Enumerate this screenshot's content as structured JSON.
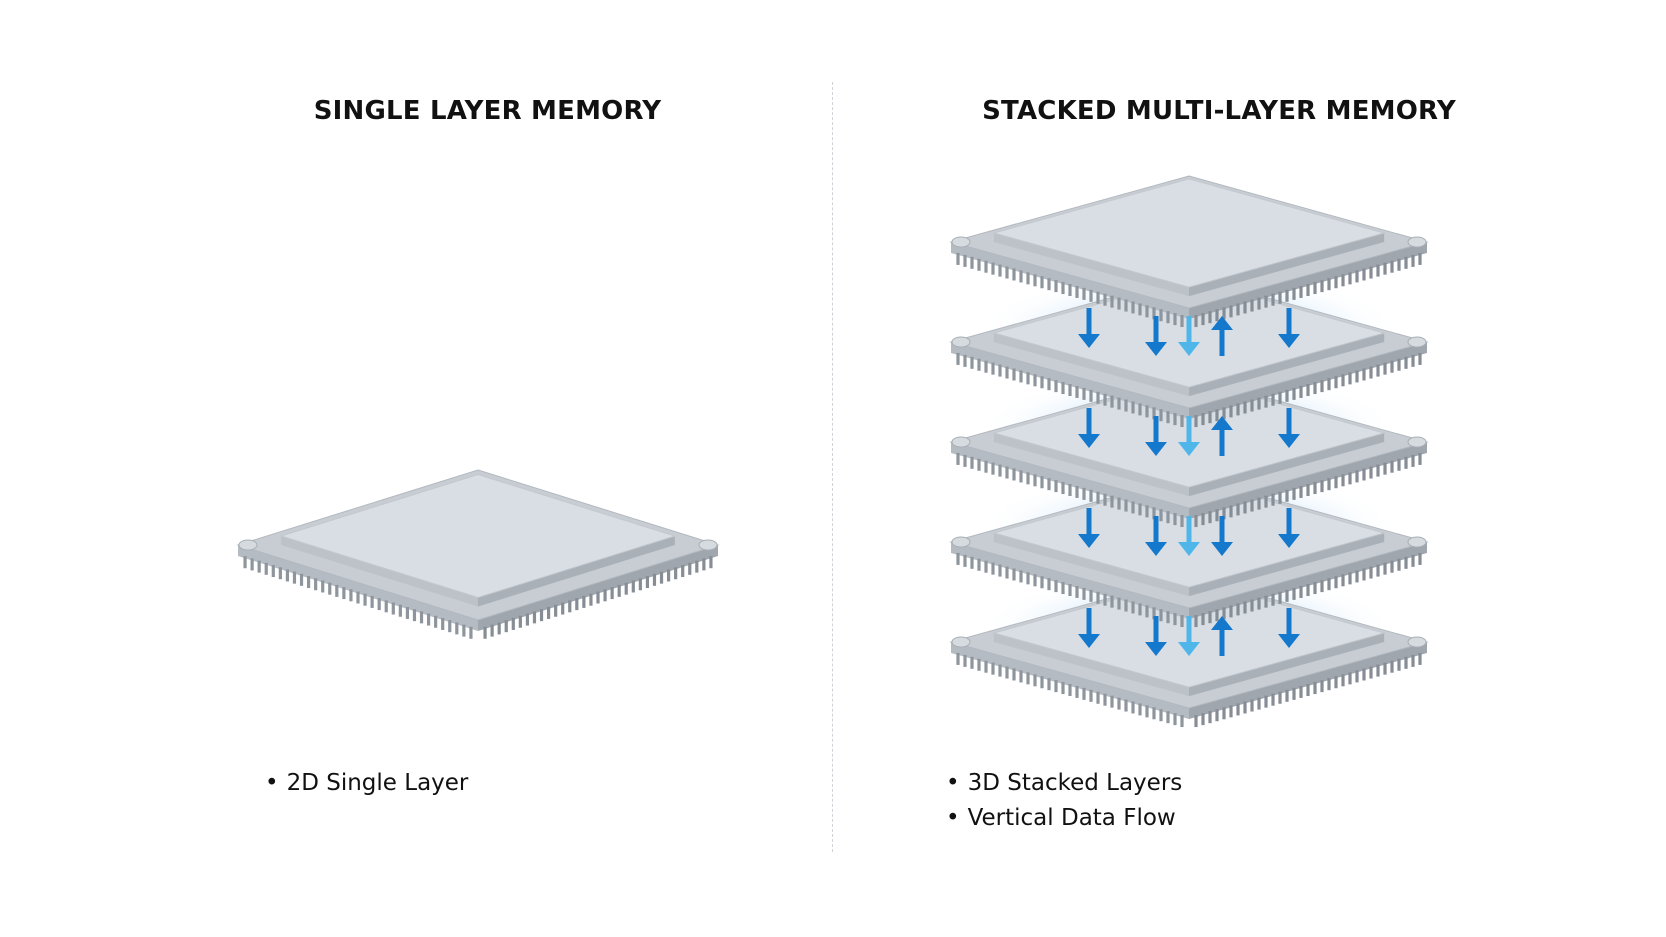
{
  "left": {
    "title": "SINGLE LAYER MEMORY",
    "bullets": [
      "2D Single Layer"
    ]
  },
  "right": {
    "title": "STACKED MULTI-LAYER MEMORY",
    "bullets": [
      "3D Stacked Layers",
      "Vertical Data Flow"
    ]
  },
  "colors": {
    "chip_top": "#d9dee4",
    "chip_side": "#aeb4bb",
    "glow": "#cfe6fb",
    "arrow_dark": "#1478cc",
    "arrow_light": "#4fb6ea"
  },
  "icons": [
    "memory-chip-icon",
    "arrow-down-icon",
    "arrow-up-icon"
  ]
}
